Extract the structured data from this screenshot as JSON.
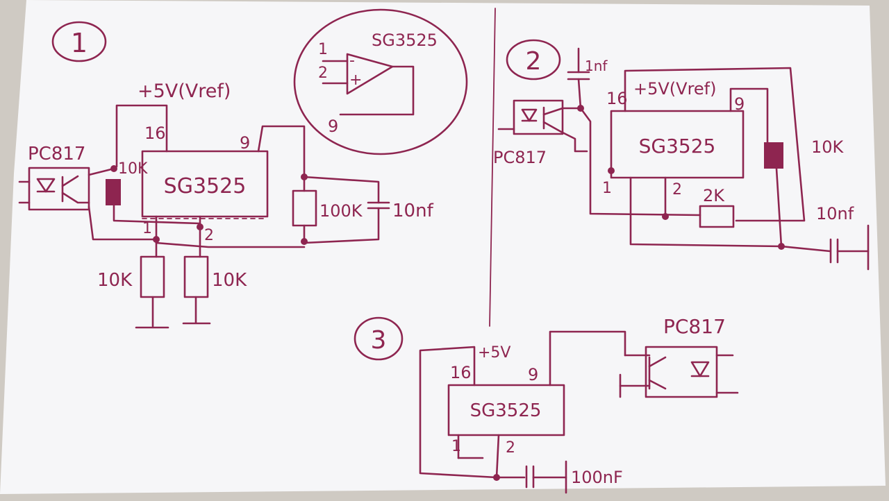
{
  "colors": {
    "ink": "#8e2550",
    "paper": "#f6f6f8",
    "background": "#cfcac3"
  },
  "circuit1": {
    "number": "1",
    "supply": "+5V(Vref)",
    "ic": "SG3525",
    "pin16": "16",
    "pin9": "9",
    "pin1": "1",
    "pin2": "2",
    "optocoupler": "PC817",
    "pot": "10K",
    "r_feedback": "100K",
    "c_feedback": "10nf",
    "r_pin1": "10K",
    "r_pin2": "10K"
  },
  "inset": {
    "ic": "SG3525",
    "in1": "1",
    "in2": "2",
    "minus": "-",
    "plus": "+",
    "out": "9"
  },
  "circuit2": {
    "number": "2",
    "cap_top": "1nf",
    "pin16": "16",
    "supply": "+5V(Vref)",
    "pin9": "9",
    "ic": "SG3525",
    "optocoupler": "PC817",
    "pot": "10K",
    "pin1": "1",
    "pin2": "2",
    "r": "2K",
    "cap": "10nf"
  },
  "circuit3": {
    "number": "3",
    "supply": "+5V",
    "pin16": "16",
    "pin9": "9",
    "ic": "SG3525",
    "pin1": "1",
    "pin2": "2",
    "cap": "100nF",
    "optocoupler": "PC817"
  }
}
